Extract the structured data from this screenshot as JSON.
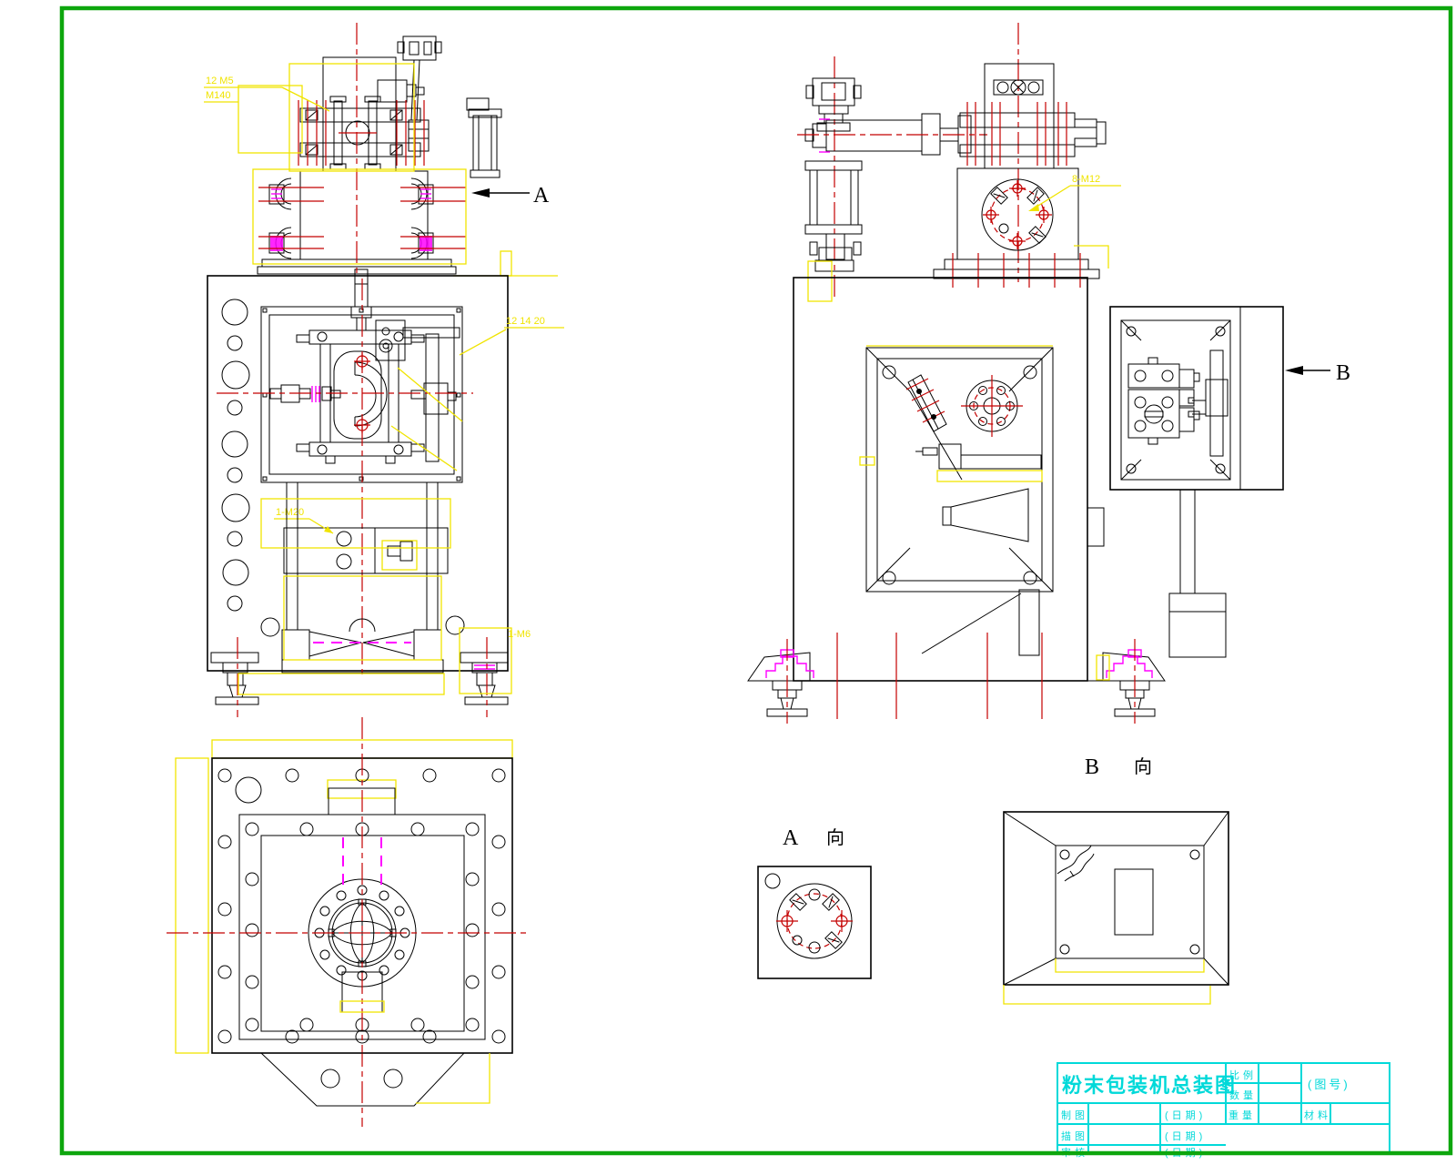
{
  "drawing": {
    "border_color": "#0da60d",
    "colors": {
      "outline": "#000000",
      "centerline": "#c40000",
      "highlight": "#f0e400",
      "accent": "#ff00ff",
      "titleblock": "#00d9d9"
    }
  },
  "annotations": {
    "label_top_left_1": "12 M5",
    "label_top_left_2": "M140",
    "label_mechanism": "12 14 20",
    "label_bolts_m20": "1-M20",
    "label_bolts_m6": "1-M6",
    "label_bolts_m12": "8-M12",
    "arrow_a": "A",
    "arrow_b": "B",
    "view_a_letter": "A",
    "view_b_letter": "B",
    "view_dir_char": "向"
  },
  "title_block": {
    "title": "粉末包装机总装图",
    "scale_label": "比例",
    "quantity_label": "数量",
    "drawing_number": "(图号)",
    "drafter_label": "制图",
    "tracer_label": "描图",
    "checker_label": "审核",
    "date_label": "(日期)",
    "weight_label": "重量",
    "material_label": "材料"
  }
}
